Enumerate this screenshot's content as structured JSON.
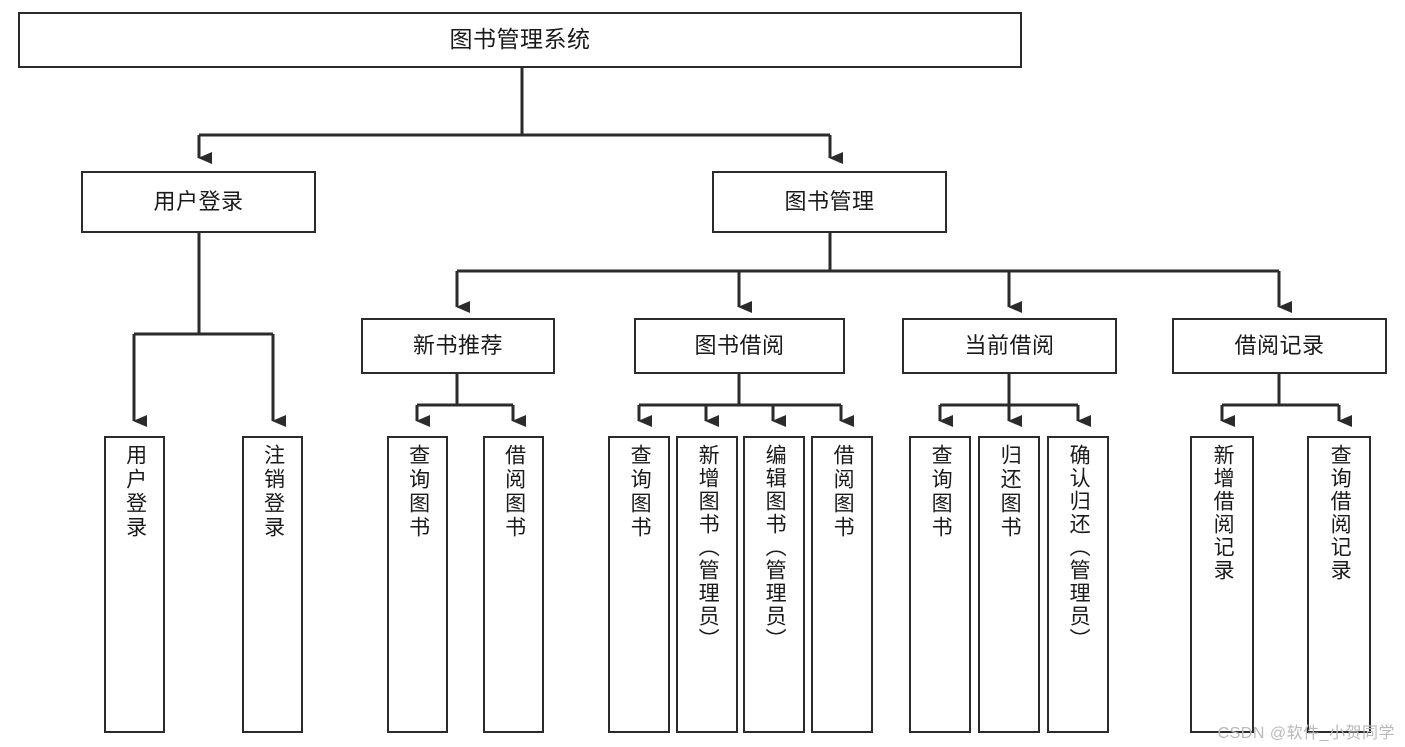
{
  "diagram": {
    "title": "图书管理系统",
    "type": "tree-hierarchy-chart",
    "root": {
      "id": "root",
      "label": "图书管理系统"
    },
    "level2": [
      {
        "id": "user-login",
        "label": "用户登录"
      },
      {
        "id": "book-manage",
        "label": "图书管理"
      }
    ],
    "level3": [
      {
        "id": "new-book-recommend",
        "label": "新书推荐"
      },
      {
        "id": "book-borrow",
        "label": "图书借阅"
      },
      {
        "id": "current-borrow",
        "label": "当前借阅"
      },
      {
        "id": "borrow-record",
        "label": "借阅记录"
      }
    ],
    "leaves": {
      "user_login": [
        {
          "id": "leaf-user-login",
          "label": "用户登录"
        },
        {
          "id": "leaf-logout-login",
          "label": "注销登录"
        }
      ],
      "new_book_recommend": [
        {
          "id": "leaf-query-book-1",
          "label": "查询图书"
        },
        {
          "id": "leaf-borrow-book-1",
          "label": "借阅图书"
        }
      ],
      "book_borrow": [
        {
          "id": "leaf-query-book-2",
          "label": "查询图书"
        },
        {
          "id": "leaf-add-book",
          "label": "新增图书（管理员）"
        },
        {
          "id": "leaf-edit-book",
          "label": "编辑图书（管理员）"
        },
        {
          "id": "leaf-borrow-book-2",
          "label": "借阅图书"
        }
      ],
      "current_borrow": [
        {
          "id": "leaf-query-book-3",
          "label": "查询图书"
        },
        {
          "id": "leaf-return-book",
          "label": "归还图书"
        },
        {
          "id": "leaf-confirm-return",
          "label": "确认归还（管理员）"
        }
      ],
      "borrow_record": [
        {
          "id": "leaf-add-borrow-record",
          "label": "新增借阅记录"
        },
        {
          "id": "leaf-query-borrow-record",
          "label": "查询借阅记录"
        }
      ]
    }
  },
  "watermark": {
    "text": "CSDN @软件_小贺同学"
  },
  "colors": {
    "stroke": "#2b2b2b",
    "fill": "#ffffff",
    "text": "#1a1a1a",
    "watermark": "#b9b9b9"
  }
}
